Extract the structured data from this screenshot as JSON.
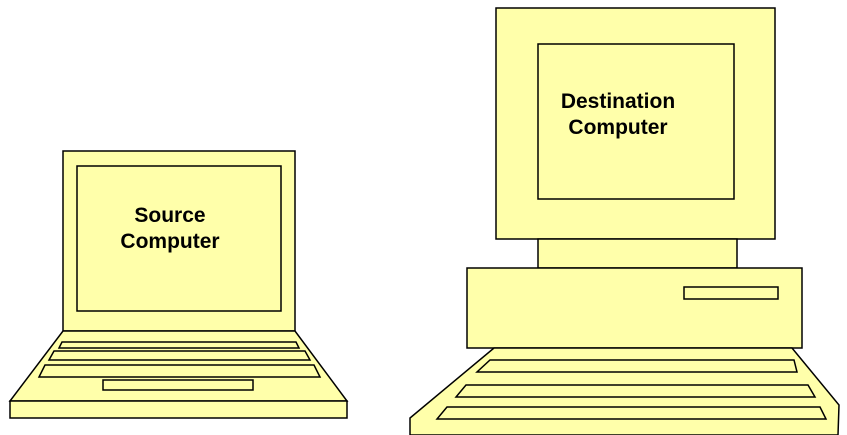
{
  "source": {
    "line1": "Source",
    "line2": "Computer"
  },
  "destination": {
    "line1": "Destination",
    "line2": "Computer"
  },
  "colors": {
    "fill": "#FFFFAA",
    "stroke": "#000000"
  }
}
